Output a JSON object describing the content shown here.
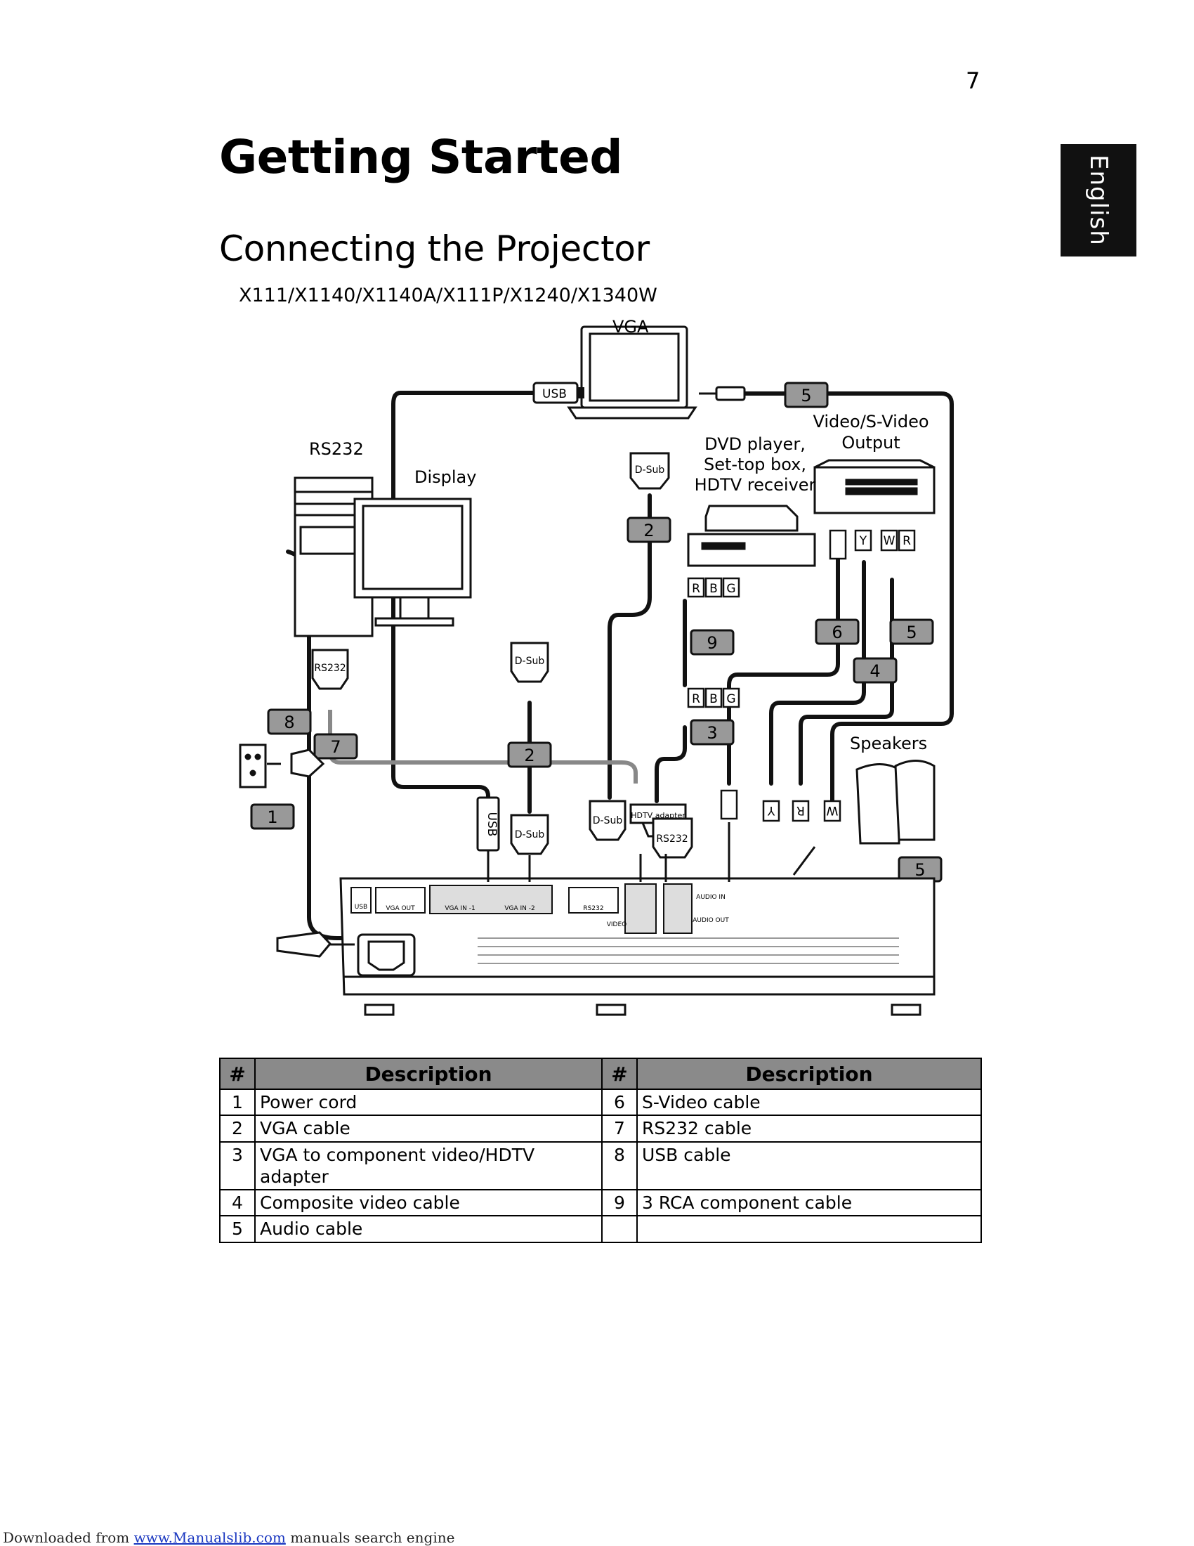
{
  "page": {
    "number": "7",
    "language_tab": "English",
    "title": "Getting Started",
    "section_title": "Connecting the Projector",
    "models": "X111/X1140/X1140A/X111P/X1240/X1340W"
  },
  "diagram": {
    "labels": {
      "vga": "VGA",
      "usb_top": "USB",
      "rs232": "RS232",
      "display": "Display",
      "dsub": "D-Sub",
      "dvd": "DVD player,",
      "settop": "Set-top box,",
      "hdtv": "HDTV receiver",
      "video_output_1": "Video/S-Video",
      "video_output_2": "Output",
      "speakers": "Speakers",
      "rs232_conn": "RS232",
      "hdtv_adapter": "HDTV adapter",
      "usb_vertical": "USB",
      "rca_r": "R",
      "rca_b": "B",
      "rca_g": "G",
      "rca_y": "Y",
      "rca_w": "W",
      "port_usb": "USB",
      "port_vga_out": "VGA OUT",
      "port_vga_in1": "VGA IN -1",
      "port_vga_in2": "VGA IN -2",
      "port_rs232": "RS232",
      "port_video": "VIDEO",
      "port_audio_in": "AUDIO IN",
      "port_audio_out": "AUDIO OUT"
    },
    "badges": [
      "1",
      "2",
      "2",
      "3",
      "4",
      "5",
      "5",
      "5",
      "6",
      "7",
      "8",
      "9"
    ]
  },
  "table": {
    "headers": [
      "#",
      "Description",
      "#",
      "Description"
    ],
    "rows": [
      {
        "n1": "1",
        "d1": "Power cord",
        "n2": "6",
        "d2": "S-Video cable"
      },
      {
        "n1": "2",
        "d1": "VGA cable",
        "n2": "7",
        "d2": "RS232 cable"
      },
      {
        "n1": "3",
        "d1": "VGA to component video/HDTV adapter",
        "n2": "8",
        "d2": "USB cable"
      },
      {
        "n1": "4",
        "d1": "Composite video cable",
        "n2": "9",
        "d2": "3 RCA component cable"
      },
      {
        "n1": "5",
        "d1": "Audio cable",
        "n2": "",
        "d2": ""
      }
    ]
  },
  "footer": {
    "prefix": "Downloaded from",
    "link": "www.Manualslib.com",
    "suffix": "manuals search engine"
  }
}
